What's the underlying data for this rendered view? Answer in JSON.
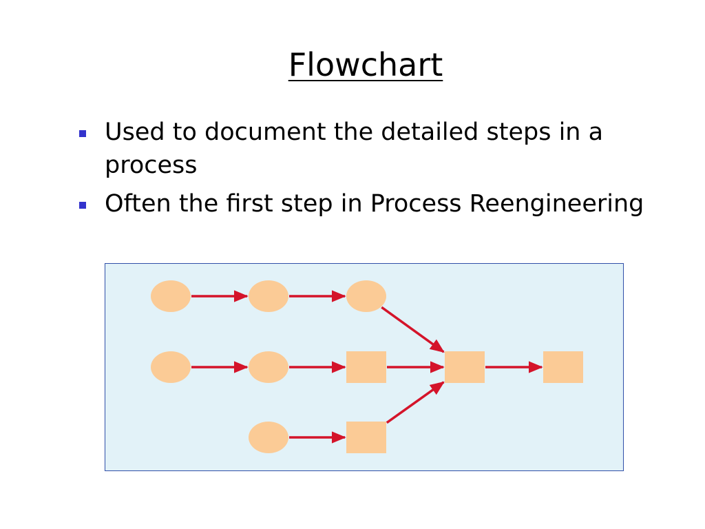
{
  "slide": {
    "title": "Flowchart",
    "bullets": [
      "Used to document the detailed steps in a process",
      "Often the first step in Process Reengineering"
    ]
  },
  "colors": {
    "bullet": "#3333cc",
    "node_fill": "#fbcb96",
    "arrow": "#d4142a",
    "diagram_background": "#e2f2f8",
    "diagram_border": "#2f4fa8"
  },
  "flowchart": {
    "nodes": [
      {
        "id": "r1-a",
        "shape": "oval"
      },
      {
        "id": "r1-b",
        "shape": "oval"
      },
      {
        "id": "r1-c",
        "shape": "oval"
      },
      {
        "id": "r2-a",
        "shape": "oval"
      },
      {
        "id": "r2-b",
        "shape": "oval"
      },
      {
        "id": "r2-c",
        "shape": "square"
      },
      {
        "id": "r2-d",
        "shape": "square"
      },
      {
        "id": "r2-e",
        "shape": "square"
      },
      {
        "id": "r3-a",
        "shape": "oval"
      },
      {
        "id": "r3-b",
        "shape": "square"
      }
    ],
    "edges": [
      {
        "from": "r1-a",
        "to": "r1-b"
      },
      {
        "from": "r1-b",
        "to": "r1-c"
      },
      {
        "from": "r1-c",
        "to": "r2-d"
      },
      {
        "from": "r2-a",
        "to": "r2-b"
      },
      {
        "from": "r2-b",
        "to": "r2-c"
      },
      {
        "from": "r2-c",
        "to": "r2-d"
      },
      {
        "from": "r2-d",
        "to": "r2-e"
      },
      {
        "from": "r3-a",
        "to": "r3-b"
      },
      {
        "from": "r3-b",
        "to": "r2-d"
      }
    ]
  }
}
